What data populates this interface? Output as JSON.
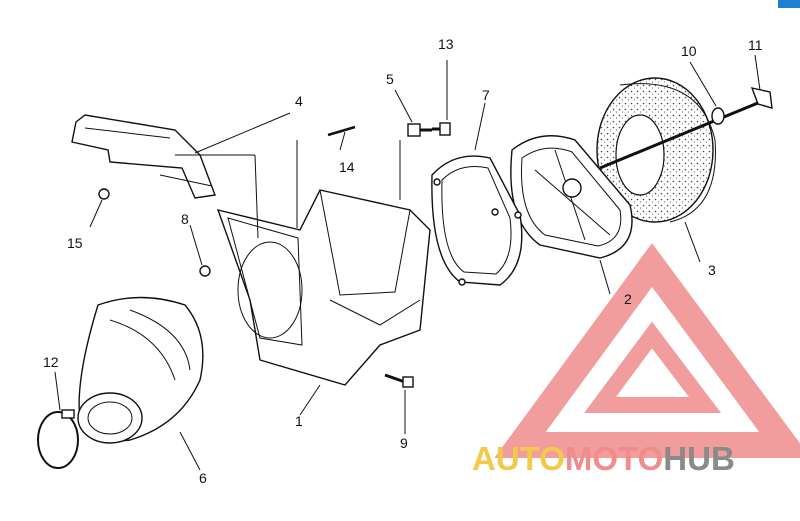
{
  "callouts": {
    "c1": "1",
    "c2": "2",
    "c3": "3",
    "c4": "4",
    "c5": "5",
    "c6": "6",
    "c7": "7",
    "c8": "8",
    "c9": "9",
    "c10": "10",
    "c11": "11",
    "c12": "12",
    "c13": "13",
    "c14": "14",
    "c15": "15"
  },
  "watermark": {
    "auto": "AUTO",
    "moto": "MOTO",
    "hub": "HUB",
    "colors": {
      "auto": "#f2c94c",
      "moto": "#f08c8c",
      "hub": "#8a8a8a",
      "logo": "#f08c8c"
    }
  },
  "accent_color": "#1f7fd1"
}
